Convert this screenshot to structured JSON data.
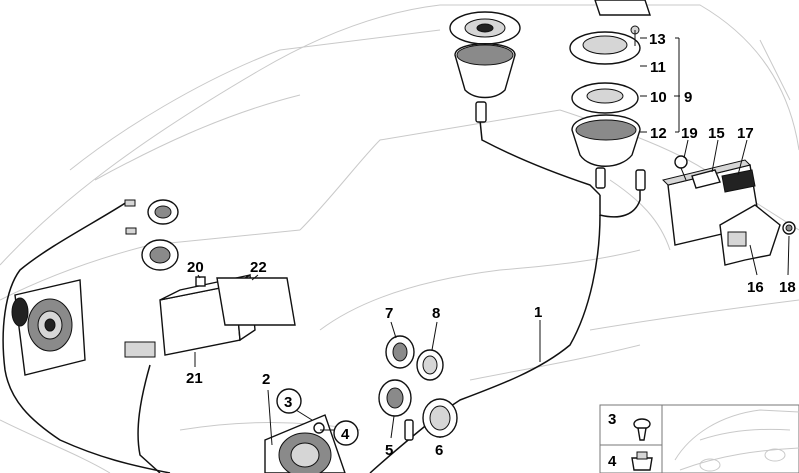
{
  "callouts": {
    "c1": "1",
    "c2": "2",
    "c3": "3",
    "c4": "4",
    "c5": "5",
    "c6": "6",
    "c7": "7",
    "c8": "8",
    "c9": "9",
    "c10": "10",
    "c11": "11",
    "c12": "12",
    "c13": "13",
    "c15": "15",
    "c16": "16",
    "c17": "17",
    "c18": "18",
    "c19": "19",
    "c20": "20",
    "c21": "21",
    "c22": "22"
  },
  "inset": {
    "row1": "3",
    "row2": "4"
  }
}
